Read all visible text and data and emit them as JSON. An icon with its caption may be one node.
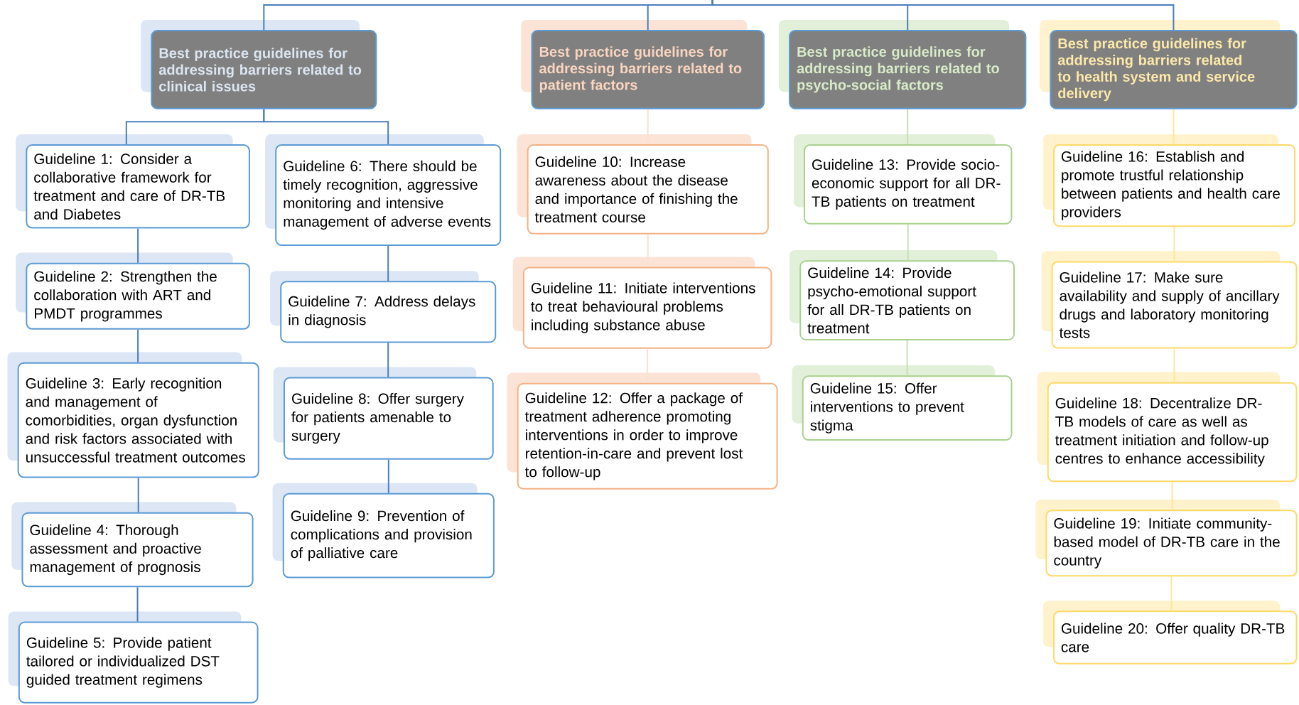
{
  "diagram": {
    "nodes": [
      {
        "text": [
          "Best practice guidelines for addressing barriers related to clinical issues"
        ]
      },
      {
        "text": [
          "Best practice guidelines for addressing barriers related to patient factors"
        ]
      },
      {
        "text": [
          "Best practice guidelines for addressing barriers related to psycho-social factors"
        ]
      },
      {
        "text": [
          "Best practice guidelines for addressing barriers related to health system and service delivery"
        ]
      },
      {
        "text": [
          "Guideline 1: Consider a collaborative framework for treatment and care of DR-TB and Diabetes"
        ]
      },
      {
        "text": [
          "Guideline 2: Strengthen the collaboration with ART and PMDT programmes"
        ]
      },
      {
        "text": [
          "Guideline 3: Early recognition and management of comorbidities, organ dysfunction and risk factors associated with unsuccessful treatment outcomes"
        ]
      },
      {
        "text": [
          "Guideline 4: Thorough assessment and proactive management of prognosis"
        ]
      },
      {
        "text": [
          "Guideline 5: Provide patient tailored or individualized DST guided treatment regimens"
        ]
      },
      {
        "text": [
          "Guideline 6: There should be timely recognition, aggressive monitoring and intensive management of adverse events"
        ]
      },
      {
        "text": [
          "Guideline 7: Address delays in diagnosis"
        ]
      },
      {
        "text": [
          "Guideline 8: Offer surgery for patients amenable to surgery"
        ]
      },
      {
        "text": [
          "Guideline 9: Prevention of complications and provision of palliative care"
        ]
      },
      {
        "text": [
          "Guideline 10: Increase awareness about the disease and importance of finishing the treatment course"
        ]
      },
      {
        "text": [
          "Guideline 11: Initiate interventions to treat behavioural problems including substance abuse"
        ]
      },
      {
        "text": [
          "Guideline 12: Offer a package of treatment adherence promoting interventions in order to improve retention-in-care and prevent lost to follow-up"
        ]
      },
      {
        "text": [
          "Guideline 13: Provide socio-economic support for all DR-TB patients on treatment"
        ]
      },
      {
        "text": [
          "Guideline 14: Provide psycho-emotional support for all DR-TB patients on treatment"
        ]
      },
      {
        "text": [
          "Guideline 15: Offer interventions to prevent stigma"
        ]
      },
      {
        "text": [
          "Guideline 16: Establish and promote trustful relationship between patients and health care providers"
        ]
      },
      {
        "text": [
          "Guideline 17: Make sure availability and supply of ancillary drugs and laboratory monitoring tests"
        ]
      },
      {
        "text": [
          "Guideline 18: Decentralize DR-TB models of care as well as treatment initiation and follow-up centres to enhance accessibility"
        ]
      },
      {
        "text": [
          "Guideline 19: Initiate community-based model of DR-TB care in the country"
        ]
      },
      {
        "text": [
          "Guideline 20: Offer quality DR-TB care"
        ]
      }
    ],
    "edges": [
      {
        "from": null,
        "to": 0,
        "arrow": "none"
      },
      {
        "from": null,
        "to": 1,
        "arrow": "none"
      },
      {
        "from": null,
        "to": 2,
        "arrow": "none"
      },
      {
        "from": null,
        "to": 3,
        "arrow": "none"
      },
      {
        "from": 0,
        "to": 4,
        "arrow": "none"
      },
      {
        "from": 0,
        "to": 9,
        "arrow": "none"
      },
      {
        "from": 4,
        "to": 5,
        "arrow": "none"
      },
      {
        "from": 5,
        "to": 6,
        "arrow": "none"
      },
      {
        "from": 6,
        "to": 7,
        "arrow": "none"
      },
      {
        "from": 7,
        "to": 8,
        "arrow": "none"
      },
      {
        "from": 9,
        "to": 10,
        "arrow": "none"
      },
      {
        "from": 10,
        "to": 11,
        "arrow": "none"
      },
      {
        "from": 11,
        "to": 12,
        "arrow": "none"
      },
      {
        "from": 1,
        "to": 13,
        "arrow": "none",
        "color": "#fbe0d0"
      },
      {
        "from": 13,
        "to": 14,
        "arrow": "none",
        "color": "#fbe0d0"
      },
      {
        "from": 14,
        "to": 15,
        "arrow": "none",
        "color": "#fbe0d0"
      },
      {
        "from": 2,
        "to": 16,
        "arrow": "none",
        "color": "#c5e0b4"
      },
      {
        "from": 16,
        "to": 17,
        "arrow": "none",
        "color": "#c5e0b4"
      },
      {
        "from": 17,
        "to": 18,
        "arrow": "none",
        "color": "#c5e0b4"
      },
      {
        "from": 3,
        "to": 19,
        "arrow": "none",
        "color": "#ffe699"
      },
      {
        "from": 19,
        "to": 20,
        "arrow": "none",
        "color": "#ffe699"
      },
      {
        "from": 20,
        "to": 21,
        "arrow": "none",
        "color": "#ffe699"
      },
      {
        "from": 21,
        "to": 22,
        "arrow": "none",
        "color": "#ffe699"
      },
      {
        "from": 22,
        "to": 23,
        "arrow": "none",
        "color": "#ffe699"
      }
    ]
  }
}
